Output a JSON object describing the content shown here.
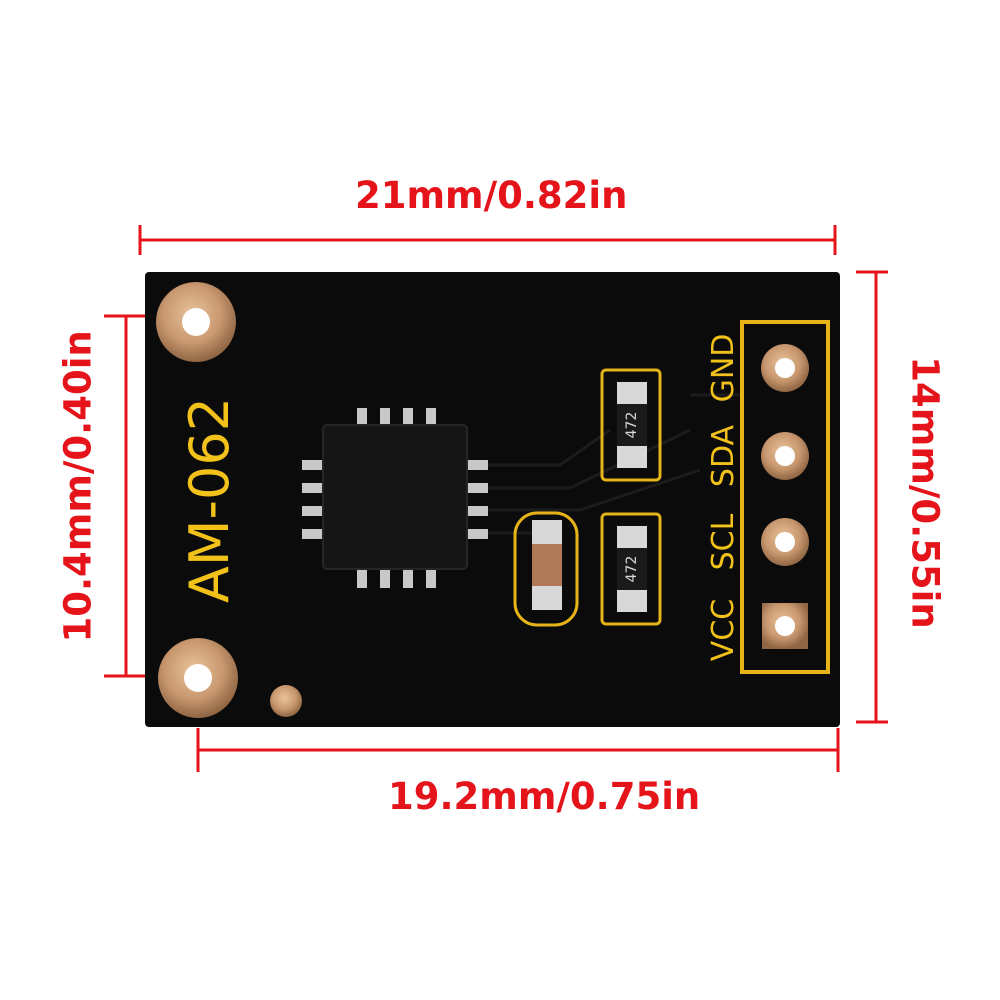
{
  "dimensions": {
    "top_width": "21mm/0.82in",
    "bottom_width": "19.2mm/0.75in",
    "left_height": "10.4mm/0.40in",
    "right_height": "14mm/0.55in"
  },
  "board": {
    "model": "AM-062",
    "resistor_code_1": "472",
    "resistor_code_2": "472",
    "pins": [
      "GND",
      "SDA",
      "SCL",
      "VCC"
    ]
  },
  "colors": {
    "dimension": "#e5141b",
    "pcb": "#0b0b0b",
    "silkscreen": "#f2c21b",
    "pad": "#c99870"
  }
}
